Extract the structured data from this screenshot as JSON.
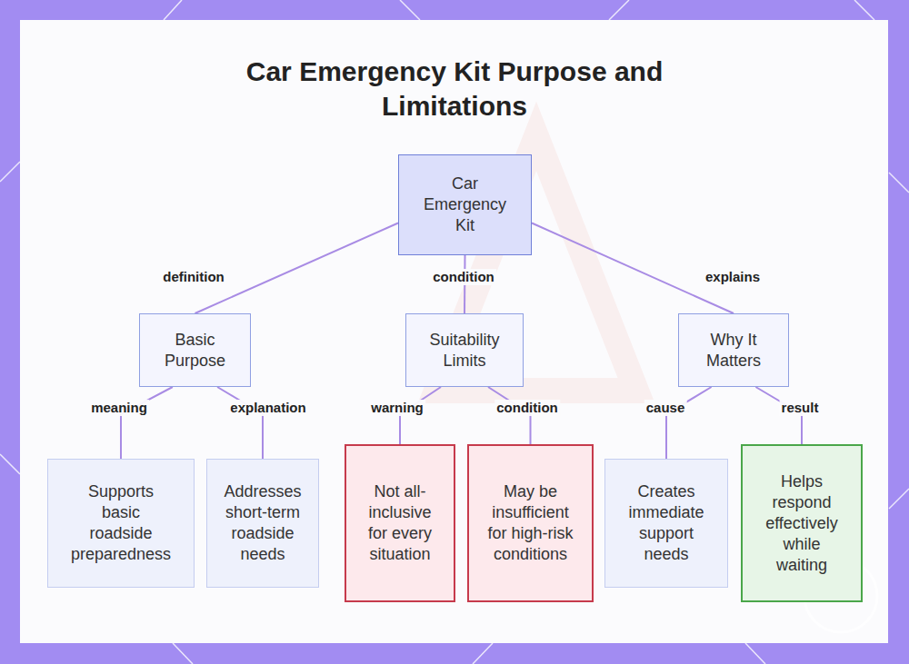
{
  "diagram": {
    "title": "Car Emergency Kit Purpose and Limitations",
    "nodes": [
      {
        "text": [
          "Car Emergency Kit"
        ]
      },
      {
        "text": [
          "Basic Purpose"
        ]
      },
      {
        "text": [
          "Suitability Limits"
        ]
      },
      {
        "text": [
          "Why It Matters"
        ]
      },
      {
        "text": [
          "Supports basic roadside preparedness"
        ]
      },
      {
        "text": [
          "Addresses short-term roadside needs"
        ]
      },
      {
        "text": [
          "Not all-inclusive for every situation"
        ]
      },
      {
        "text": [
          "May be insufficient for high-risk conditions"
        ]
      },
      {
        "text": [
          "Creates immediate support needs"
        ]
      },
      {
        "text": [
          "Helps respond effectively while waiting"
        ]
      }
    ],
    "edges": [
      {
        "from": 0,
        "to": 1,
        "label": "definition",
        "arrow": "none"
      },
      {
        "from": 0,
        "to": 2,
        "label": "condition",
        "arrow": "none"
      },
      {
        "from": 0,
        "to": 3,
        "label": "explains",
        "arrow": "none"
      },
      {
        "from": 1,
        "to": 4,
        "label": "meaning",
        "arrow": "none"
      },
      {
        "from": 1,
        "to": 5,
        "label": "explanation",
        "arrow": "none"
      },
      {
        "from": 2,
        "to": 6,
        "label": "warning",
        "arrow": "none"
      },
      {
        "from": 2,
        "to": 7,
        "label": "condition",
        "arrow": "none"
      },
      {
        "from": 3,
        "to": 8,
        "label": "cause",
        "arrow": "none"
      },
      {
        "from": 3,
        "to": 9,
        "label": "result",
        "arrow": "none"
      }
    ]
  }
}
